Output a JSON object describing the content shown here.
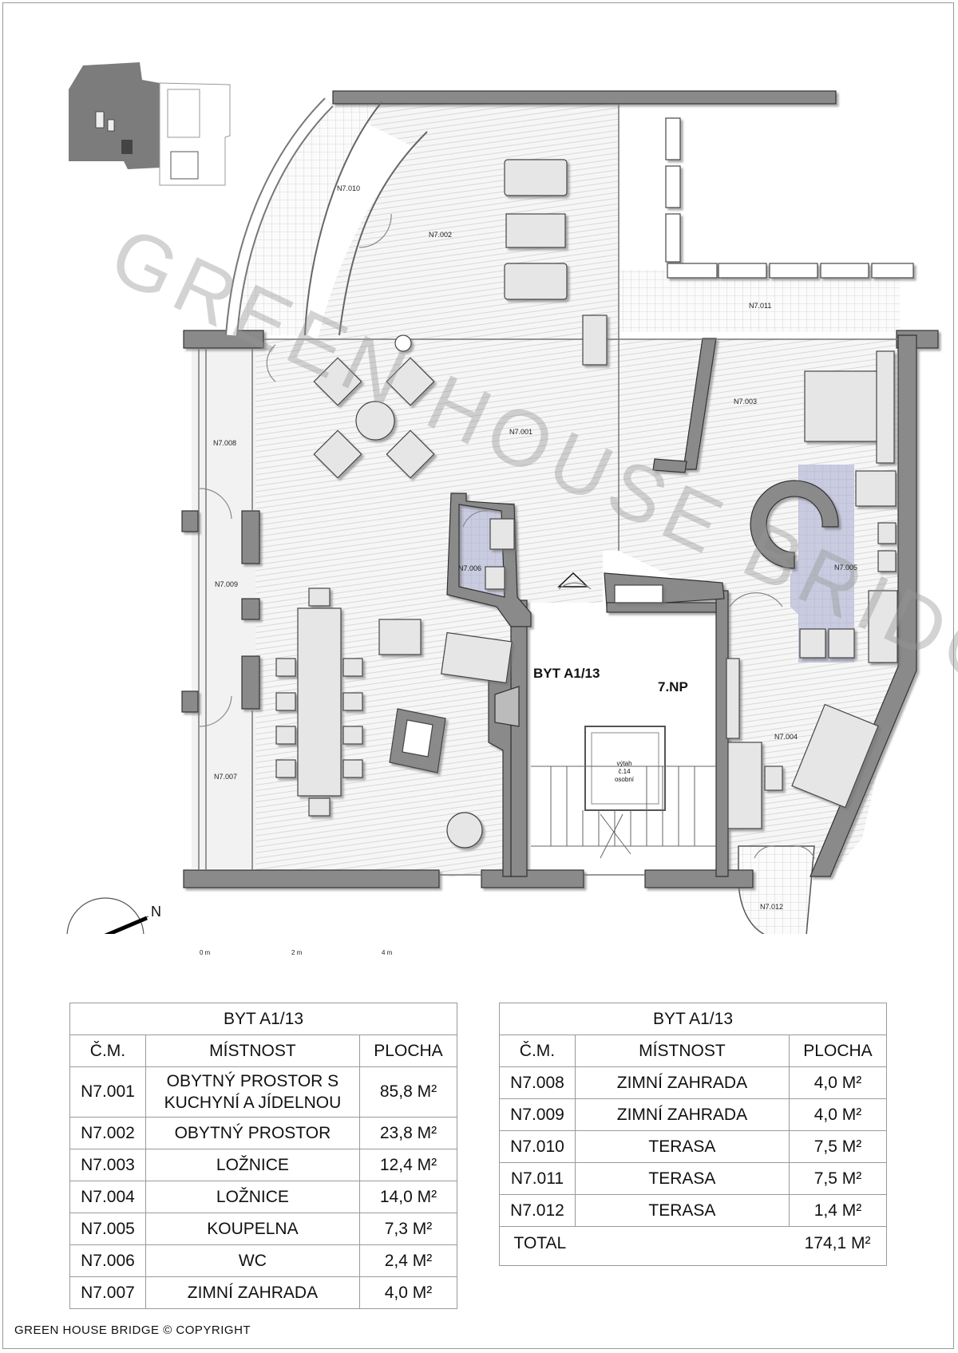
{
  "watermark": "GREEN HOUSE BRIDGE",
  "apartment_label": "BYT A1/13",
  "floor_label": "7.NP",
  "elevator_label": [
    "výtah",
    "č.14",
    "osobní"
  ],
  "north_label": "N",
  "scale": {
    "labels": [
      "0 m",
      "2 m",
      "4 m"
    ]
  },
  "room_labels": {
    "n7001": "N7.001",
    "n7002": "N7.002",
    "n7003": "N7.003",
    "n7004": "N7.004",
    "n7005": "N7.005",
    "n7006": "N7.006",
    "n7007": "N7.007",
    "n7008": "N7.008",
    "n7009": "N7.009",
    "n7010": "N7.010",
    "n7011": "N7.011",
    "n7012": "N7.012"
  },
  "table_left": {
    "title": "BYT A1/13",
    "headers": [
      "Č.M.",
      "MÍSTNOST",
      "PLOCHA"
    ],
    "rows": [
      {
        "num": "N7.001",
        "name": "OBYTNÝ PROSTOR S KUCHYNÍ A JÍDELNOU",
        "area": "85,8 M²"
      },
      {
        "num": "N7.002",
        "name": "OBYTNÝ PROSTOR",
        "area": "23,8 M²"
      },
      {
        "num": "N7.003",
        "name": "LOŽNICE",
        "area": "12,4 M²"
      },
      {
        "num": "N7.004",
        "name": "LOŽNICE",
        "area": "14,0 M²"
      },
      {
        "num": "N7.005",
        "name": "KOUPELNA",
        "area": "7,3 M²"
      },
      {
        "num": "N7.006",
        "name": "WC",
        "area": "2,4 M²"
      },
      {
        "num": "N7.007",
        "name": "ZIMNÍ ZAHRADA",
        "area": "4,0 M²"
      }
    ]
  },
  "table_right": {
    "title": "BYT A1/13",
    "headers": [
      "Č.M.",
      "MÍSTNOST",
      "PLOCHA"
    ],
    "rows": [
      {
        "num": "N7.008",
        "name": "ZIMNÍ ZAHRADA",
        "area": "4,0 M²"
      },
      {
        "num": "N7.009",
        "name": "ZIMNÍ ZAHRADA",
        "area": "4,0 M²"
      },
      {
        "num": "N7.010",
        "name": "TERASA",
        "area": "7,5 M²"
      },
      {
        "num": "N7.011",
        "name": "TERASA",
        "area": "7,5 M²"
      },
      {
        "num": "N7.012",
        "name": "TERASA",
        "area": "1,4 M²"
      }
    ],
    "total_label": "TOTAL",
    "total_value": "174,1 M²"
  },
  "copyright": "GREEN HOUSE BRIDGE  © COPYRIGHT"
}
